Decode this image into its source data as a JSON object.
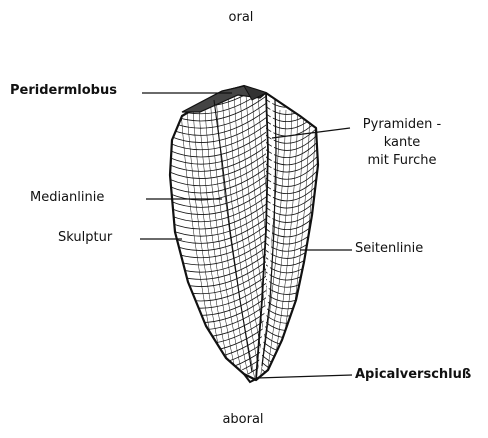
{
  "orientation": {
    "top": "oral",
    "bottom": "aboral"
  },
  "labels": {
    "peridermlobus": "Peridermlobus",
    "pyramidenkante_1": "Pyramiden -",
    "pyramidenkante_2": "kante",
    "pyramidenkante_3": "mit Furche",
    "medianlinie": "Medianlinie",
    "skulptur": "Skulptur",
    "seitenlinie": "Seitenlinie",
    "apicalverschluss": "Apicalverschluß"
  },
  "colors": {
    "ink": "#111111",
    "background": "#ffffff"
  }
}
